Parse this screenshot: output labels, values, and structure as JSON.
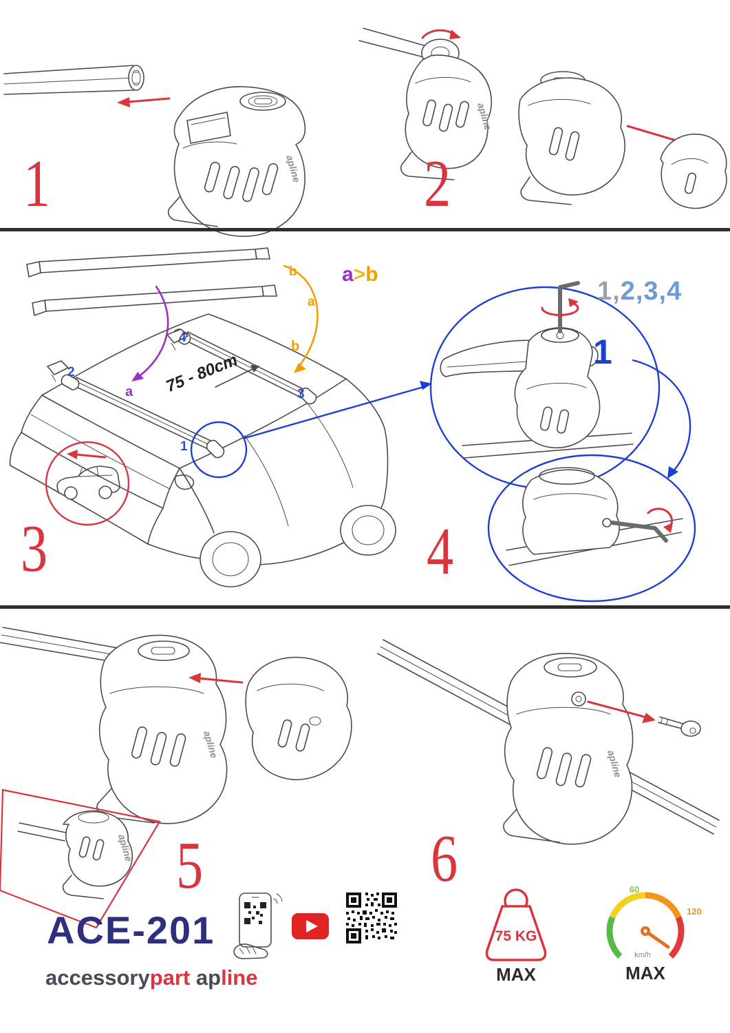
{
  "colors": {
    "accent-red": "#d9353f",
    "accent-blue": "#1b3fd1",
    "accent-purple": "#9b30c9",
    "accent-orange": "#f59e00",
    "accent-yellow": "#e8bf1c",
    "navy": "#2f2f80",
    "sketch": "#4a4a4a"
  },
  "steps": {
    "s1": "1",
    "s2": "2",
    "s3": "3",
    "s4": "4",
    "s5": "5",
    "s6": "6"
  },
  "overview": {
    "bar_label_b": "b",
    "bar_label_a": "a",
    "legend_a": "a",
    "legend_gt": ">",
    "legend_b": "b",
    "measurement": "75 - 80cm",
    "pos_1": "1",
    "pos_2": "2",
    "pos_3": "3",
    "pos_4": "4",
    "landing_a": "a",
    "landing_b": "b"
  },
  "detail": {
    "sequence_prefix": "1,",
    "sequence_rest": "2,3,4",
    "callout_number": "1"
  },
  "logos": {
    "apline_foot": "apline"
  },
  "branding": {
    "model": "ACE-201",
    "brand_accessory": "accessory",
    "brand_part": "part",
    "brand_ap": "ap",
    "brand_line": "line"
  },
  "badges": {
    "weight_value": "75 KG",
    "weight_max": "MAX",
    "speed_low": "60",
    "speed_high": "120",
    "speed_unit": "km/h",
    "speed_max": "MAX"
  }
}
